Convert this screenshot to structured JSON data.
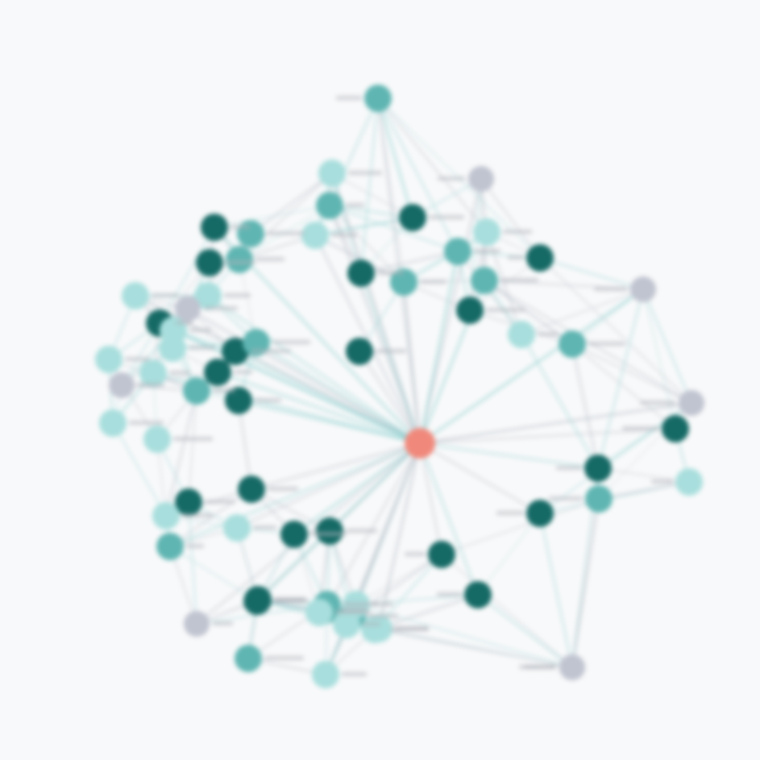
{
  "colors": {
    "background": "#f8f9fa",
    "hub": "#f0897c",
    "dark": "#166a66",
    "medium": "#5fb5b2",
    "light": "#a8dedd",
    "grey": "#c0c4d0",
    "edge_teal": "#8ccfcf",
    "edge_grey": "#b9bfc9"
  },
  "nodes": [
    {
      "id": "hub",
      "kind": "hub"
    },
    {
      "id": "n1",
      "kind": "medium"
    },
    {
      "id": "n2",
      "kind": "grey"
    },
    {
      "id": "n3",
      "kind": "light"
    },
    {
      "id": "n4",
      "kind": "medium"
    },
    {
      "id": "n5",
      "kind": "dark"
    },
    {
      "id": "n6",
      "kind": "dark"
    },
    {
      "id": "n7",
      "kind": "medium"
    },
    {
      "id": "n8",
      "kind": "light"
    },
    {
      "id": "n9",
      "kind": "dark"
    },
    {
      "id": "n10",
      "kind": "medium"
    },
    {
      "id": "n11",
      "kind": "medium"
    },
    {
      "id": "n12",
      "kind": "light"
    },
    {
      "id": "n13",
      "kind": "dark"
    },
    {
      "id": "n14",
      "kind": "medium"
    },
    {
      "id": "n15",
      "kind": "medium"
    },
    {
      "id": "n16",
      "kind": "dark"
    },
    {
      "id": "n17",
      "kind": "grey"
    },
    {
      "id": "n18",
      "kind": "light"
    },
    {
      "id": "n19",
      "kind": "dark"
    },
    {
      "id": "n20",
      "kind": "light"
    },
    {
      "id": "n21",
      "kind": "light"
    },
    {
      "id": "n22",
      "kind": "dark"
    },
    {
      "id": "n23",
      "kind": "grey"
    },
    {
      "id": "n24",
      "kind": "light"
    },
    {
      "id": "n25",
      "kind": "light"
    },
    {
      "id": "n26",
      "kind": "dark"
    },
    {
      "id": "n27",
      "kind": "dark"
    },
    {
      "id": "n28",
      "kind": "grey"
    },
    {
      "id": "n29",
      "kind": "medium"
    },
    {
      "id": "n30",
      "kind": "dark"
    },
    {
      "id": "n31",
      "kind": "light"
    },
    {
      "id": "n32",
      "kind": "light"
    },
    {
      "id": "n33",
      "kind": "medium"
    },
    {
      "id": "n34",
      "kind": "dark"
    },
    {
      "id": "n35",
      "kind": "medium"
    },
    {
      "id": "n36",
      "kind": "grey"
    },
    {
      "id": "n37",
      "kind": "dark"
    },
    {
      "id": "n38",
      "kind": "dark"
    },
    {
      "id": "n39",
      "kind": "light"
    },
    {
      "id": "n40",
      "kind": "dark"
    },
    {
      "id": "n41",
      "kind": "dark"
    },
    {
      "id": "n42",
      "kind": "medium"
    },
    {
      "id": "n43",
      "kind": "grey"
    },
    {
      "id": "n44",
      "kind": "dark"
    },
    {
      "id": "n45",
      "kind": "light"
    },
    {
      "id": "n46",
      "kind": "dark"
    },
    {
      "id": "n47",
      "kind": "light"
    },
    {
      "id": "n48",
      "kind": "medium"
    },
    {
      "id": "n49",
      "kind": "dark"
    },
    {
      "id": "n50",
      "kind": "dark"
    },
    {
      "id": "n51",
      "kind": "light"
    },
    {
      "id": "n52",
      "kind": "light"
    },
    {
      "id": "n53",
      "kind": "medium"
    },
    {
      "id": "n54",
      "kind": "dark"
    },
    {
      "id": "n55",
      "kind": "medium"
    },
    {
      "id": "n56",
      "kind": "dark"
    },
    {
      "id": "n57",
      "kind": "dark"
    },
    {
      "id": "n58",
      "kind": "medium"
    },
    {
      "id": "n59",
      "kind": "grey"
    },
    {
      "id": "n60",
      "kind": "medium"
    },
    {
      "id": "n61",
      "kind": "light"
    },
    {
      "id": "n62",
      "kind": "light"
    },
    {
      "id": "n63",
      "kind": "dark"
    },
    {
      "id": "n64",
      "kind": "grey"
    },
    {
      "id": "n65",
      "kind": "light"
    },
    {
      "id": "n66",
      "kind": "light"
    },
    {
      "id": "n67",
      "kind": "light"
    },
    {
      "id": "n68",
      "kind": "light"
    }
  ]
}
